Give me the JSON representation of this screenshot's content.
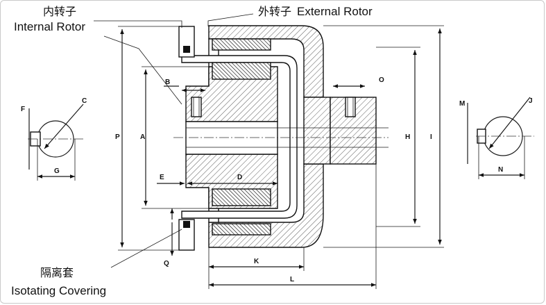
{
  "labels": {
    "external_rotor_cn": "外转子",
    "external_rotor_en": "External Rotor",
    "internal_rotor_cn": "内转子",
    "internal_rotor_en": "Internal Rotor",
    "covering_cn": "隔离套",
    "covering_en": "Isotating Covering"
  },
  "dimensions": {
    "A": "A",
    "B": "B",
    "C": "C",
    "D": "D",
    "E": "E",
    "F": "F",
    "G": "G",
    "H": "H",
    "I": "I",
    "J": "J",
    "K": "K",
    "L": "L",
    "M": "M",
    "N": "N",
    "O": "O",
    "P": "P",
    "Q": "Q"
  }
}
